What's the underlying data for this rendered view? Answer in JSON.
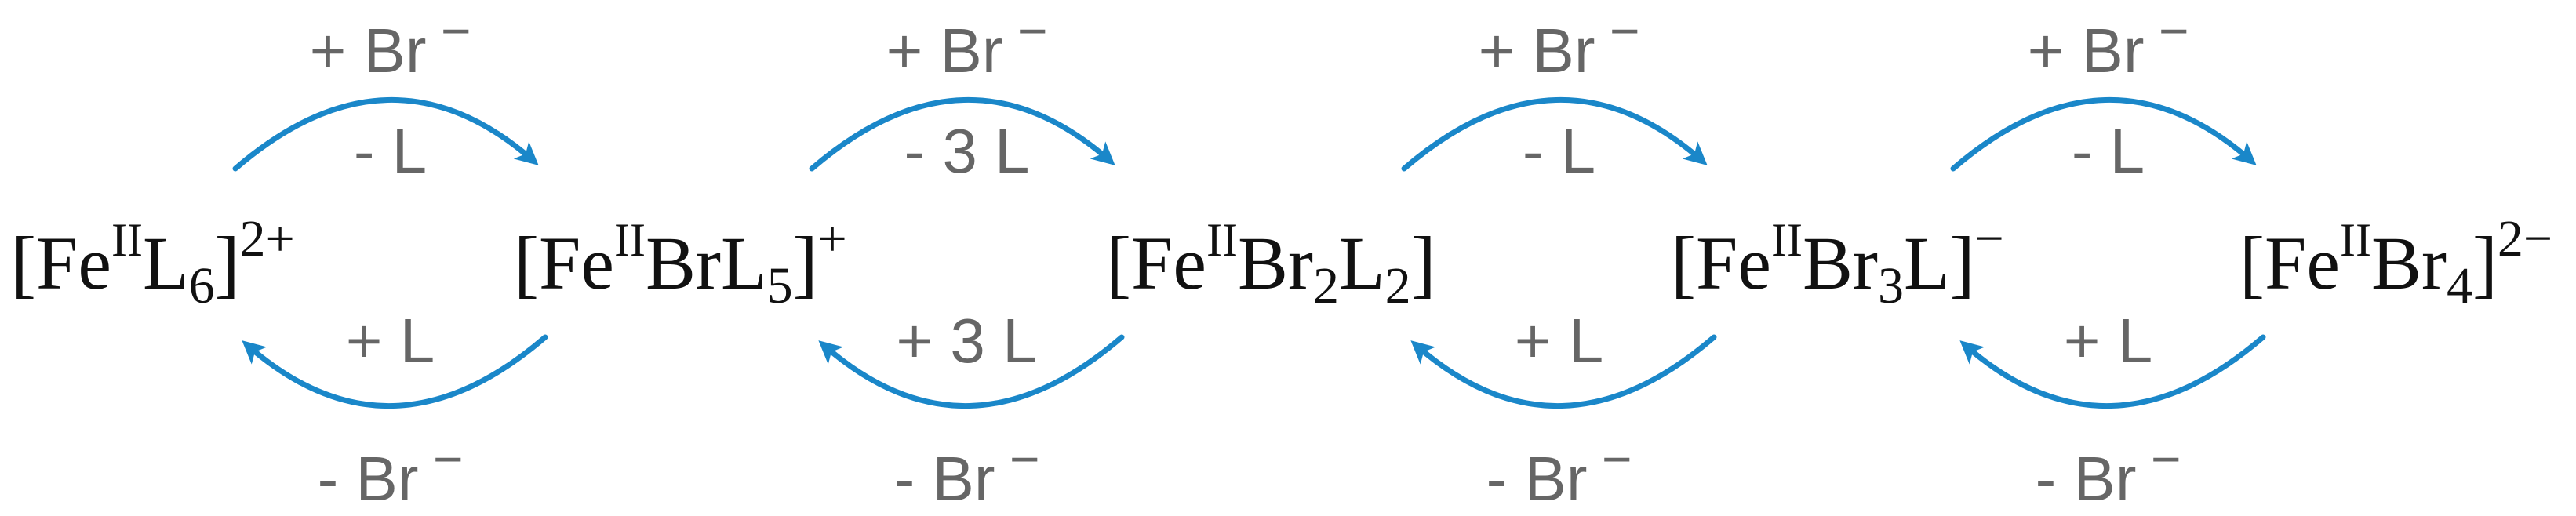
{
  "colors": {
    "arrow": "#1a87c9",
    "species_text": "#111111",
    "label_text": "#666666"
  },
  "species": [
    {
      "open": "[Fe",
      "ox": "II",
      "body": [
        {
          "t": "L"
        },
        {
          "t": "6",
          "sub": true
        }
      ],
      "close": "]",
      "charge": "2+"
    },
    {
      "open": "[Fe",
      "ox": "II",
      "body": [
        {
          "t": "BrL"
        },
        {
          "t": "5",
          "sub": true
        }
      ],
      "close": "]",
      "charge": "+"
    },
    {
      "open": "[Fe",
      "ox": "II",
      "body": [
        {
          "t": "Br"
        },
        {
          "t": "2",
          "sub": true
        },
        {
          "t": "L"
        },
        {
          "t": "2",
          "sub": true
        }
      ],
      "close": "]",
      "charge": ""
    },
    {
      "open": "[Fe",
      "ox": "II",
      "body": [
        {
          "t": "Br"
        },
        {
          "t": "3",
          "sub": true
        },
        {
          "t": "L"
        }
      ],
      "close": "]",
      "charge": "−"
    },
    {
      "open": "[Fe",
      "ox": "II",
      "body": [
        {
          "t": "Br"
        },
        {
          "t": "4",
          "sub": true
        }
      ],
      "close": "]",
      "charge": "2−"
    }
  ],
  "steps": [
    {
      "forward_top": "+ Br",
      "forward_top_charge": "−",
      "forward_bottom": "- L",
      "reverse_top": "+ L",
      "reverse_bottom": "- Br",
      "reverse_bottom_charge": "−"
    },
    {
      "forward_top": "+ Br",
      "forward_top_charge": "−",
      "forward_bottom": "- 3 L",
      "reverse_top": "+ 3 L",
      "reverse_bottom": "- Br",
      "reverse_bottom_charge": "−"
    },
    {
      "forward_top": "+ Br",
      "forward_top_charge": "−",
      "forward_bottom": "- L",
      "reverse_top": "+ L",
      "reverse_bottom": "- Br",
      "reverse_bottom_charge": "−"
    },
    {
      "forward_top": "+ Br",
      "forward_top_charge": "−",
      "forward_bottom": "- L",
      "reverse_top": "+ L",
      "reverse_bottom": "- Br",
      "reverse_bottom_charge": "−"
    }
  ]
}
